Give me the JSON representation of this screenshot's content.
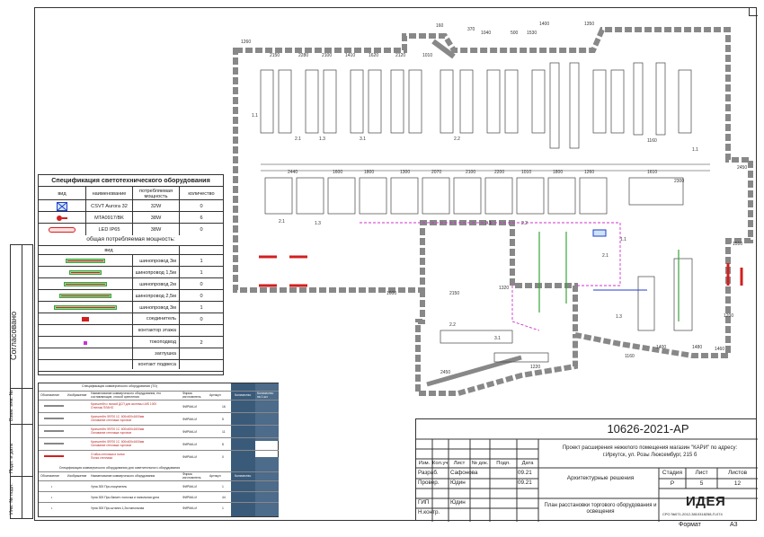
{
  "drawing_number": "10626-2021-АР",
  "project_title_1": "Проект расширения нежилого помещения магазин \"КАРИ\" по адресу:",
  "project_title_2": "г.Иркутск, ул. Розы Люксембург, 215 б",
  "section": "Архитектурные решения",
  "sheet_title": "План расстановки торгового оборудования и освещения",
  "format_label": "Формат",
  "format_value": "А3",
  "stage_hdr": "Стадия",
  "sheet_hdr": "Лист",
  "sheets_hdr": "Листов",
  "stage": "Р",
  "sheet_no": "5",
  "sheets_total": "12",
  "logo": "ИДЕЯ",
  "logo_sub": "СРО №071-2012-3810318258-П-074",
  "rev_headers": [
    "Изм.",
    "Кол.уч.",
    "Лист",
    "№ док.",
    "Подп.",
    "Дата"
  ],
  "staff": [
    {
      "role": "Разраб.",
      "name": "Сафонова",
      "date": "09.21"
    },
    {
      "role": "Провер.",
      "name": "Юдин",
      "date": "09.21"
    },
    {
      "role": "",
      "name": "",
      "date": ""
    },
    {
      "role": "ГИП",
      "name": "Юдин",
      "date": ""
    },
    {
      "role": "Н.контр.",
      "name": "",
      "date": ""
    }
  ],
  "left_strip": {
    "agreed": "Согласовано",
    "inv_no": "Взам. инв. №",
    "sign_date": "Подп. и дата",
    "inv_orig": "Инв. № подл."
  },
  "spec": {
    "title": "Спецификация светотехнического оборудования",
    "headers": [
      "вид",
      "наименование",
      "потребляемая мощность",
      "количество"
    ],
    "items": [
      {
        "name": "CSVT Aurora 32",
        "power": "32W",
        "qty": "0"
      },
      {
        "name": "MTA0917/BK",
        "power": "38W",
        "qty": "6"
      },
      {
        "name": "LED IP65",
        "power": "38W",
        "qty": "0"
      }
    ],
    "total_label": "общая потребляемая мощность:",
    "kind_label": "вид",
    "tracks": [
      {
        "name": "шинопровод 3м",
        "qty": "1"
      },
      {
        "name": "шинопровод 1,5м",
        "qty": "1"
      },
      {
        "name": "шинопровод 2м",
        "qty": "0"
      },
      {
        "name": "шинопровод 2,5м",
        "qty": "0"
      },
      {
        "name": "шинопровод 3м",
        "qty": "1"
      }
    ],
    "misc": [
      {
        "name": "соединитель",
        "qty": "0"
      },
      {
        "name": "контактор этажа",
        "qty": ""
      },
      {
        "name": "токоподвод",
        "qty": "2"
      },
      {
        "name": "заглушка",
        "qty": ""
      },
      {
        "name": "контакт подвеса",
        "qty": ""
      }
    ]
  },
  "equip_table": {
    "title": "Спецификация коммерческого оборудования (ТО)",
    "headers": [
      "Обозначение",
      "Изображение",
      "Наименование коммерческого оборудования, его составляющие, способ крепления",
      "Фирма изготовитель",
      "Артикул",
      "Кол-во",
      "Количество",
      "Количество на 1 шт."
    ],
    "rows": [
      {
        "lines": [
          "Кронштейн с полкой ДСП для системы LMS 1000",
          "Стеллаж ПЛАНО"
        ],
        "maker": "ФИРМА-И",
        "qty": "16"
      },
      {
        "lines": [
          "Кронштейн: 59700 1С. 600х400х1600мм",
          "Основание стеллажа торговое"
        ],
        "maker": "ФИРМА-И",
        "qty": "5"
      },
      {
        "lines": [
          "Кронштейн: 59700 1С. 600х400х1600мм",
          "Основание стеллажа торговое"
        ],
        "maker": "ФИРМА-И",
        "qty": "11"
      },
      {
        "lines": [
          "Кронштейн: 59700 1С. 600х400х1600мм",
          "Основание стеллажа торговое"
        ],
        "maker": "ФИРМА-И",
        "qty": "8"
      },
      {
        "lines": [
          "Стойка стеллажа и полки",
          "Полка стеллажа"
        ],
        "maker": "ФИРМА-И",
        "qty": "0"
      }
    ],
    "title2": "Спецификация коммерческого оборудования для осветительного оборудования",
    "headers2": [
      "Обозначение",
      "Изображение",
      "Наименование коммерческого оборудования",
      "Фирма изготовитель",
      "Артикул",
      "Кол-во",
      "Количество"
    ],
    "rows2": [
      {
        "text": "Урна 300 Про-покупатель",
        "maker": "ФИРМА-И",
        "qty": "1"
      },
      {
        "text": "Урна 300 Про-банкет. полочка и напольная урна",
        "maker": "ФИРМА-И",
        "qty": "44"
      },
      {
        "text": "Урна 300 Про-штанга 1,2м напольная",
        "maker": "ФИРМА-И",
        "qty": "1"
      }
    ]
  },
  "plan_dims": [
    "1260",
    "160",
    "370",
    "1400",
    "1040",
    "500",
    "1530",
    "1350",
    "2150",
    "2280",
    "2100",
    "1410",
    "1620",
    "2120",
    "1010",
    "1160",
    "1600",
    "2440",
    "1800",
    "1300",
    "2070",
    "2100",
    "2200",
    "1010",
    "1800",
    "1260",
    "1610",
    "2300",
    "1600",
    "2150",
    "1320",
    "2450",
    "1220",
    "1160",
    "1400",
    "1480",
    "1460",
    "1200",
    "1510",
    "2450"
  ],
  "plan_tags": [
    "1.1",
    "2.1",
    "1.3",
    "3.1",
    "2.2"
  ],
  "colors": {
    "wall": "#7a7a7a",
    "accent_red": "#d21f1f",
    "magenta": "#cc33cc",
    "green": "#3aa53a",
    "blue": "#1f3fcc"
  }
}
